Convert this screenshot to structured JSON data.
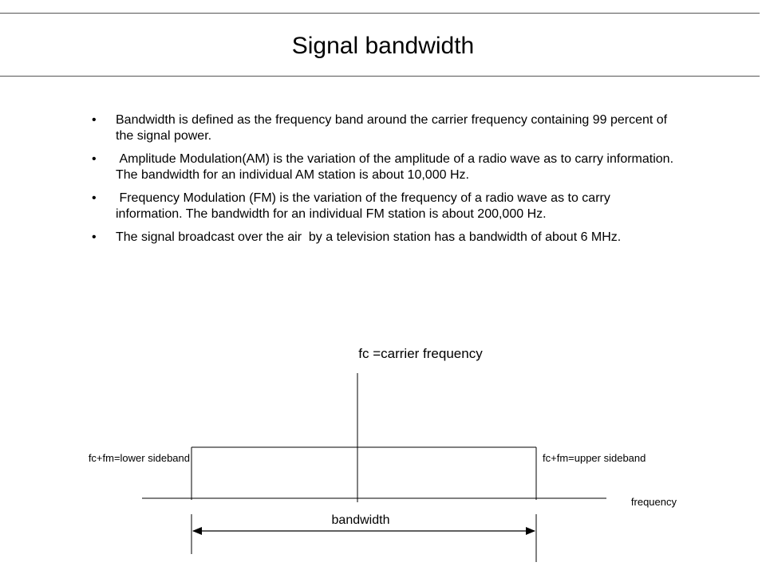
{
  "slide": {
    "title": "Signal bandwidth",
    "bullet_symbol": "•",
    "bullets": [
      "Bandwidth is defined as the frequency band around the carrier frequency containing 99 percent of the signal power.",
      " Amplitude Modulation(AM) is the variation of the amplitude of a radio wave as to carry information. The bandwidth for an individual AM station is about 10,000 Hz.",
      " Frequency Modulation (FM) is the variation of the frequency of a radio wave as to carry information. The bandwidth for an individual FM station is about 200,000 Hz.",
      "The signal broadcast over the air  by a television station has a bandwidth of about 6 MHz."
    ]
  },
  "diagram": {
    "carrier_label": "fc =carrier frequency",
    "lower_label": "fc+fm=lower sideband",
    "upper_label": "fc+fm=upper sideband",
    "axis_label": "frequency",
    "bandwidth_label": "bandwidth"
  }
}
